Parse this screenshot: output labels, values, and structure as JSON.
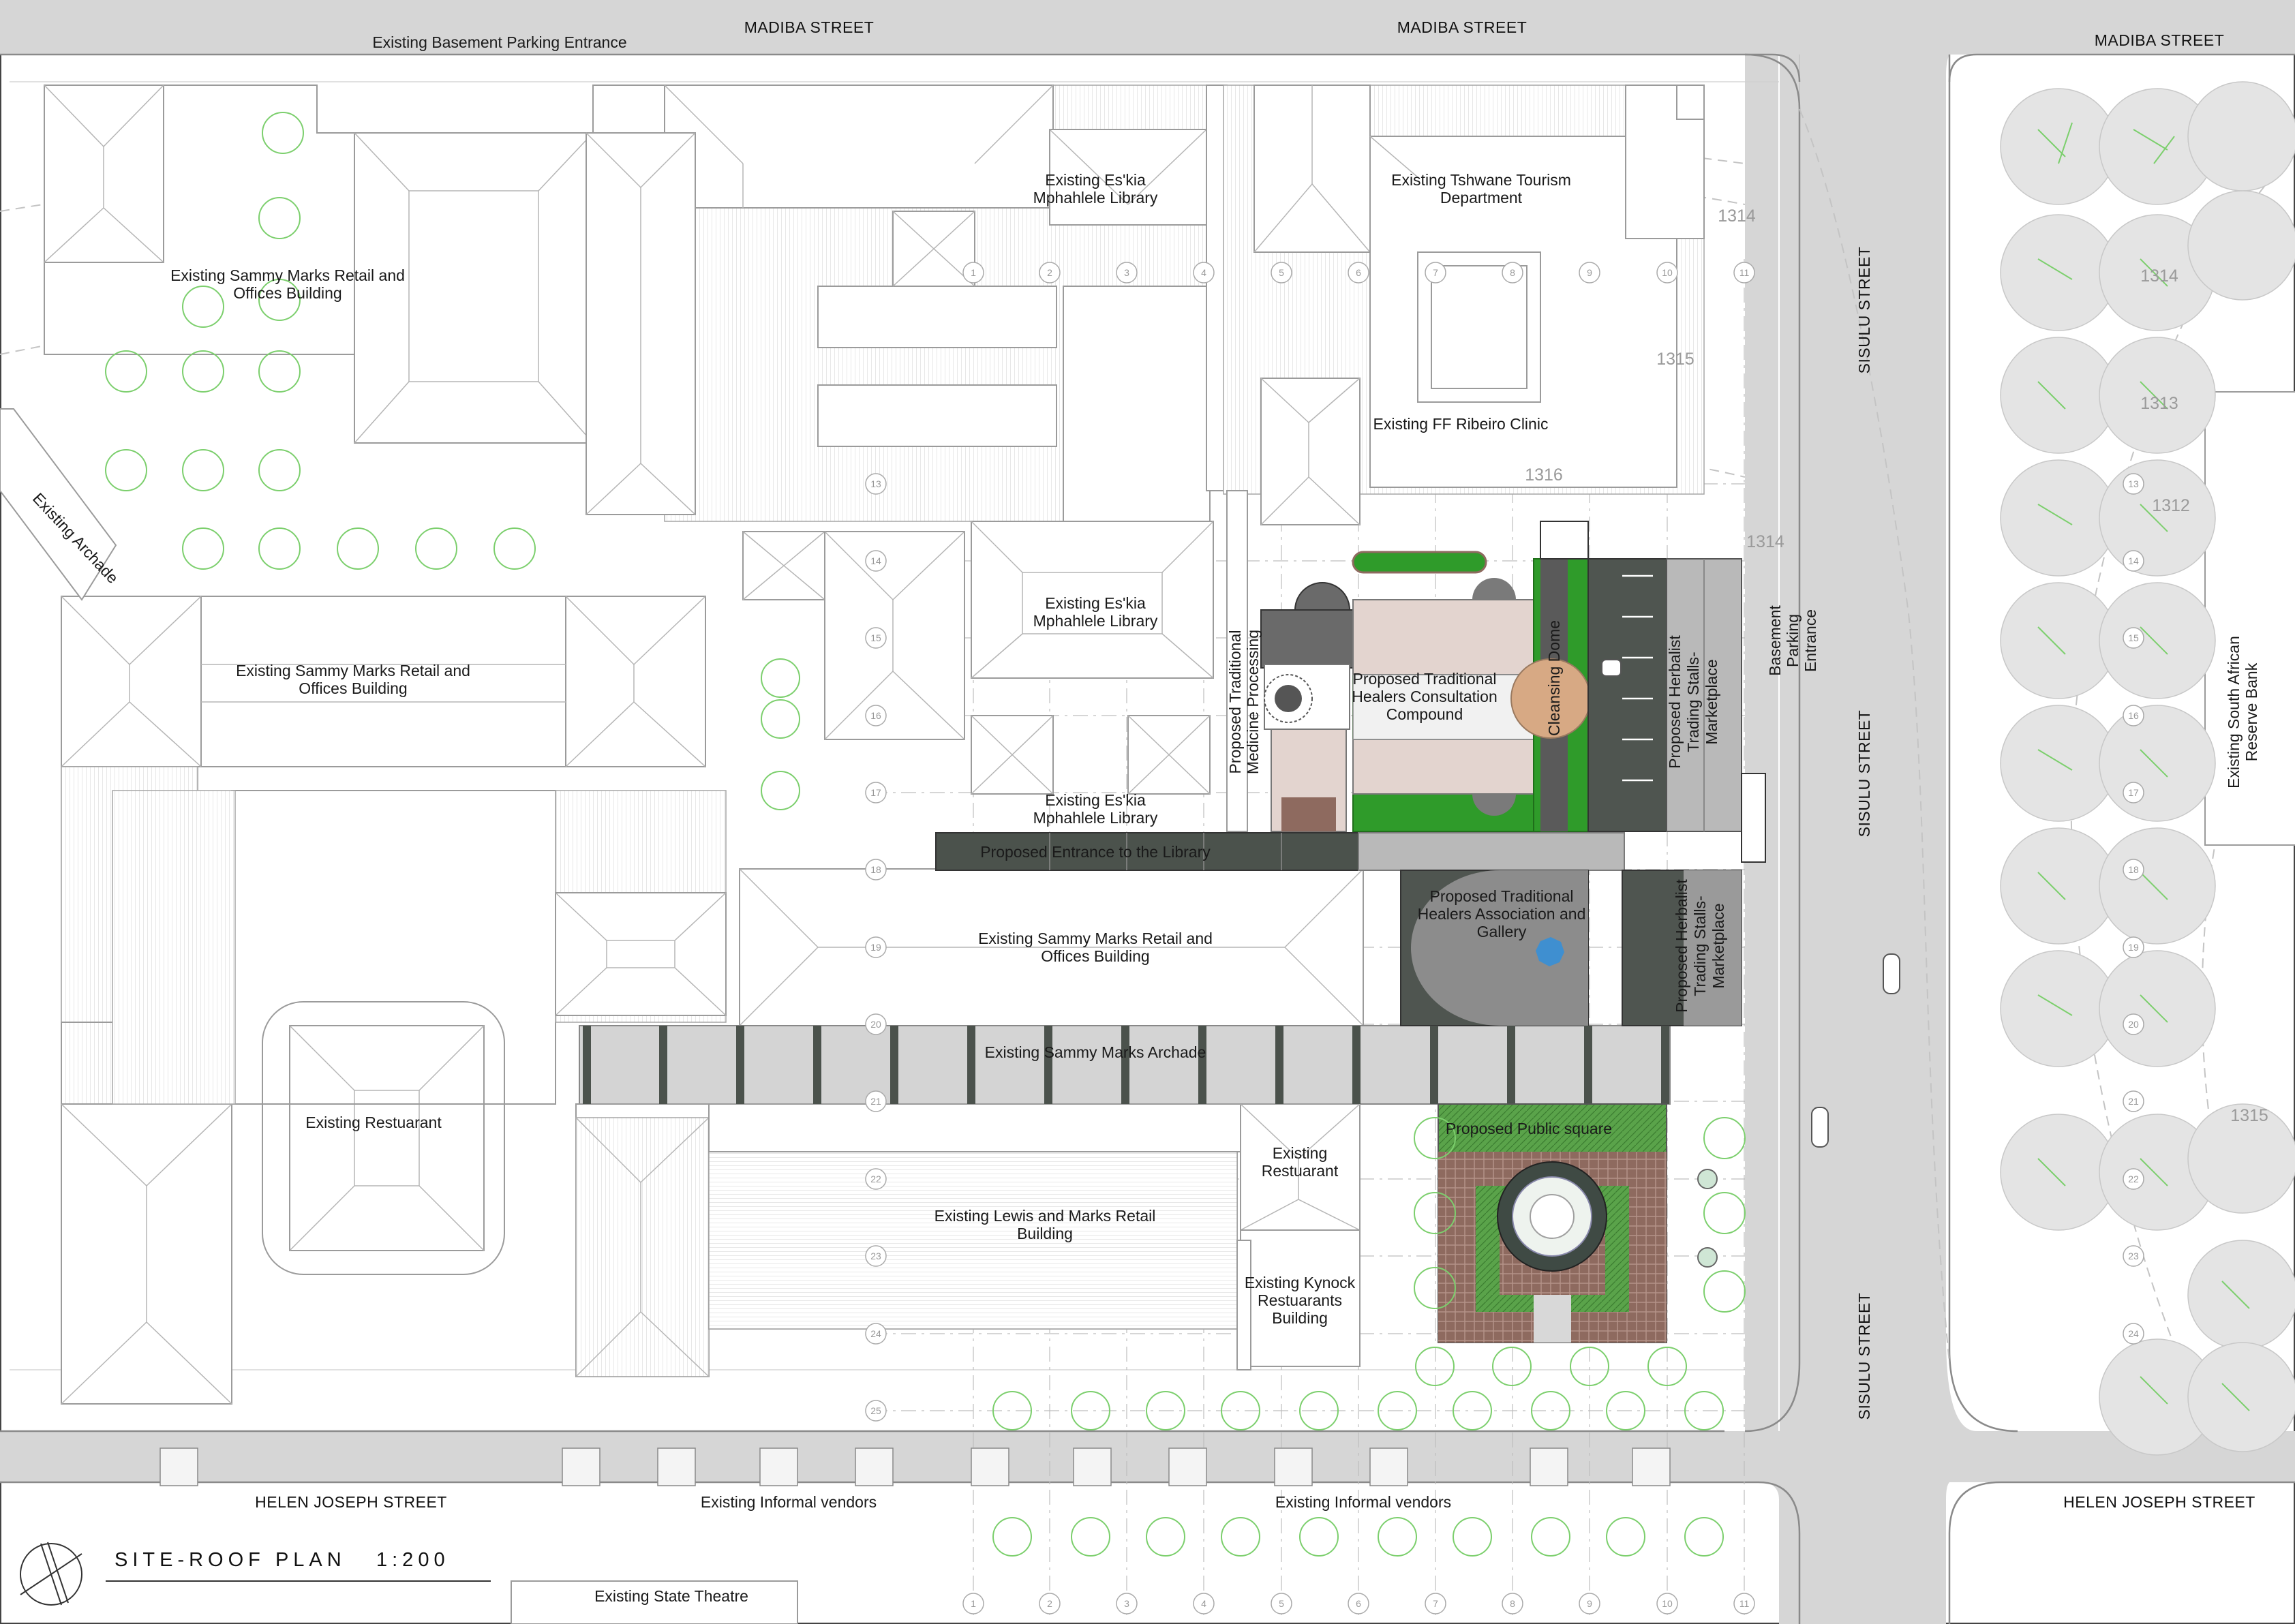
{
  "title": {
    "text": "SITE-ROOF PLAN",
    "scale": "1:200"
  },
  "streets": [
    {
      "id": "madiba-1",
      "text": "MADIBA STREET"
    },
    {
      "id": "madiba-2",
      "text": "MADIBA STREET"
    },
    {
      "id": "madiba-3",
      "text": "MADIBA STREET"
    },
    {
      "id": "sisulu-1",
      "text": "SISULU STREET"
    },
    {
      "id": "sisulu-2",
      "text": "SISULU STREET"
    },
    {
      "id": "sisulu-3",
      "text": "SISULU STREET"
    },
    {
      "id": "helen-1",
      "text": "HELEN JOSEPH STREET"
    },
    {
      "id": "helen-2",
      "text": "HELEN JOSEPH STREET"
    }
  ],
  "labels": {
    "basement_parking_entrance_top": "Existing Basement Parking Entrance",
    "sammy_marks_1": [
      "Existing Sammy Marks Retail and",
      "Offices Building"
    ],
    "sammy_marks_2": [
      "Existing Sammy Marks Retail and",
      "Offices Building"
    ],
    "sammy_marks_3": [
      "Existing Sammy Marks Retail and",
      "Offices Building"
    ],
    "library_1": [
      "Existing Es'kia",
      "Mphahlele Library"
    ],
    "library_2": [
      "Existing Es'kia",
      "Mphahlele Library"
    ],
    "library_3": [
      "Existing Es'kia",
      "Mphahlele Library"
    ],
    "tourism": [
      "Existing Tshwane Tourism",
      "Department"
    ],
    "clinic": "Existing FF Ribeiro Clinic",
    "archade_left": "Existing Archade",
    "medicine_processing": [
      "Proposed Traditional",
      "Medicine Processing"
    ],
    "consultation": [
      "Proposed Traditional",
      "Healers Consultation",
      "Compound"
    ],
    "cleansing_dome": "Cleansing Dome",
    "herbalist_1": [
      "Proposed Herbalist",
      "Trading Stalls-",
      "Marketplace"
    ],
    "herbalist_2": [
      "Proposed Herbalist",
      "Trading Stalls-",
      "Marketplace"
    ],
    "basement_parking_right": [
      "Basement",
      "Parking",
      "Entrance"
    ],
    "entrance_library": "Proposed Entrance to the Library",
    "association_gallery": [
      "Proposed Traditional",
      "Healers Association and",
      "Gallery"
    ],
    "sammy_archade": "Existing Sammy Marks Archade",
    "restaurant_left": "Existing Restuarant",
    "restaurant_mid": [
      "Existing",
      "Restuarant"
    ],
    "lewis_marks": [
      "Existing Lewis and Marks Retail",
      "Building"
    ],
    "kynock": [
      "Existing Kynock",
      "Restuarants",
      "Building"
    ],
    "public_square": "Proposed Public square",
    "informal_1": "Existing Informal vendors",
    "informal_2": "Existing Informal vendors",
    "state_theatre": "Existing State Theatre",
    "reserve_bank": [
      "Existing South African",
      "Reserve Bank"
    ]
  },
  "contours": [
    "1314",
    "1315",
    "1316",
    "1314",
    "1314",
    "1313",
    "1312",
    "1315"
  ],
  "grid_columns": [
    "1",
    "2",
    "3",
    "4",
    "5",
    "6",
    "7",
    "8",
    "9",
    "10",
    "11"
  ],
  "grid_rows": [
    "13",
    "14",
    "15",
    "16",
    "17",
    "18",
    "19",
    "20",
    "21",
    "22",
    "23",
    "24",
    "25"
  ],
  "colors": {
    "road": "#d6d6d6",
    "proposed_dark": "#4f5550",
    "proposed_grey": "#8c8c8c",
    "lawn": "#2f9b2a",
    "dome": "#d7a984",
    "pavers": "#8e6a5f",
    "tree_green": "#7ccf6d"
  }
}
